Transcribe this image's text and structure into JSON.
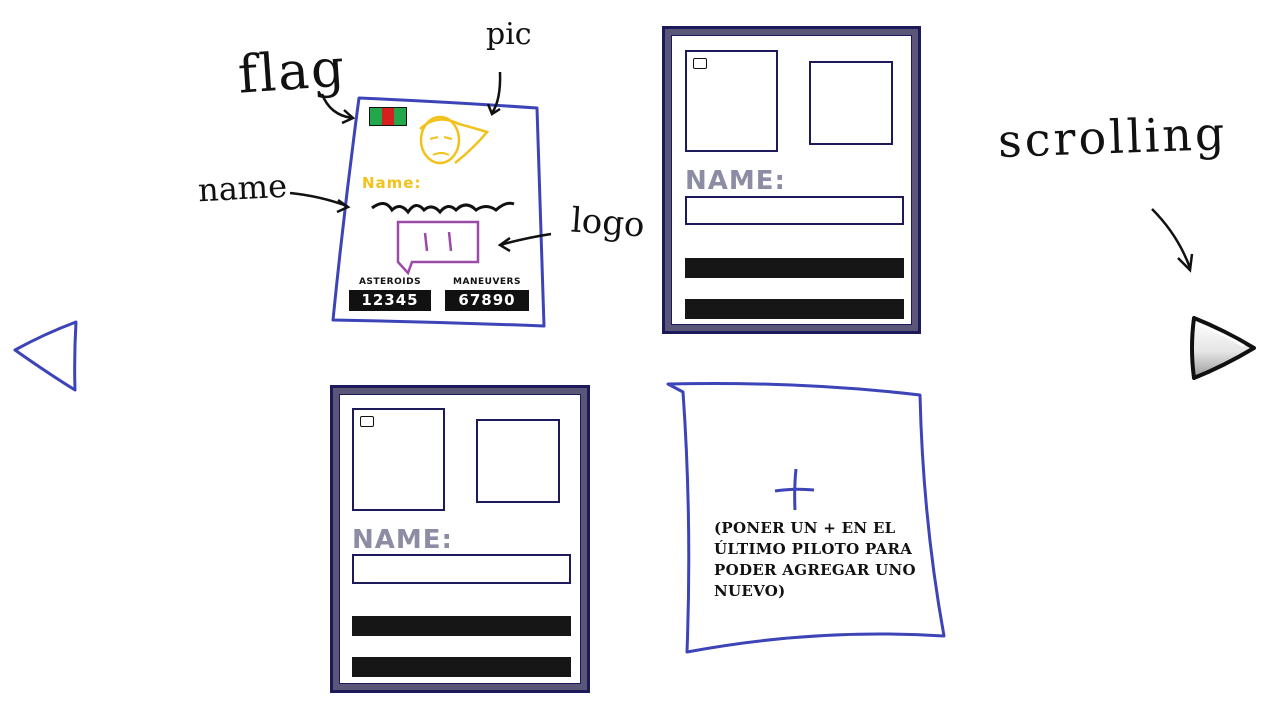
{
  "annotations": {
    "flag": "flag",
    "pic": "pic",
    "name": "name",
    "logo": "logo",
    "scrolling": "scrolling"
  },
  "sketch_card": {
    "name_label": "Name:",
    "flag_colors": [
      "#22a84a",
      "#d62020",
      "#22a84a"
    ],
    "stats": [
      {
        "label": "ASTEROIDS",
        "value": "12345"
      },
      {
        "label": "MANEUVERS",
        "value": "67890"
      }
    ]
  },
  "pilot_cards": [
    {
      "name_label": "NAME:"
    },
    {
      "name_label": "NAME:"
    }
  ],
  "add_card": {
    "plus_icon": "plus-icon",
    "note": "(poner un + en el último piloto para poder agregar uno nuevo)"
  },
  "navigation": {
    "prev_icon": "triangle-left-icon",
    "next_icon": "triangle-right-icon"
  },
  "colors": {
    "sketch_outline": "#3d44b8",
    "accent_yellow": "#f2c21b",
    "logo_purple": "#9b4aa8",
    "card_frame": "#1c1a5a",
    "card_border_fill": "#5a5678",
    "name_label_gray": "#8c8ca4",
    "bar_black": "#161616"
  }
}
